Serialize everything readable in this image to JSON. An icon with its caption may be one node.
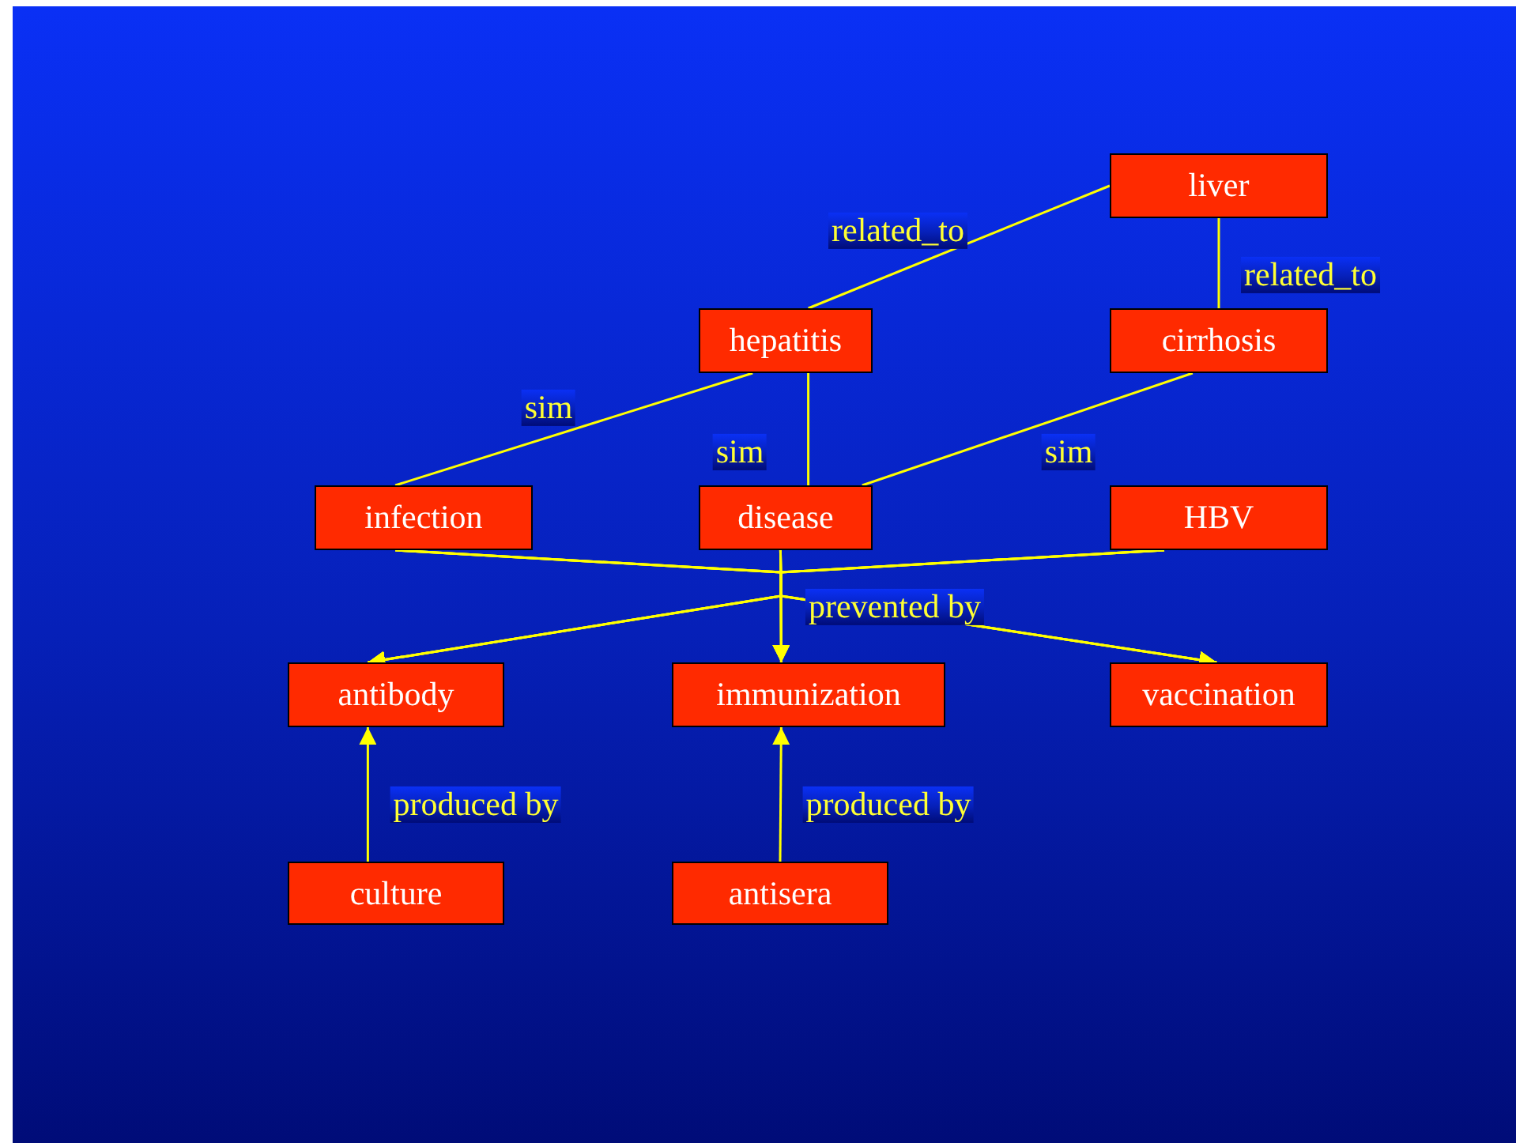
{
  "diagram": {
    "nodes": [
      {
        "text": [
          "liver"
        ]
      },
      {
        "text": [
          "hepatitis"
        ]
      },
      {
        "text": [
          "cirrhosis"
        ]
      },
      {
        "text": [
          "infection"
        ]
      },
      {
        "text": [
          "disease"
        ]
      },
      {
        "text": [
          "HBV"
        ]
      },
      {
        "text": [
          "antibody"
        ]
      },
      {
        "text": [
          "immunization"
        ]
      },
      {
        "text": [
          "vaccination"
        ]
      },
      {
        "text": [
          "culture"
        ]
      },
      {
        "text": [
          "antisera"
        ]
      }
    ],
    "edges": [
      {
        "from": 0,
        "to": 1,
        "arrow": "none",
        "label": "related_to"
      },
      {
        "from": 0,
        "to": 2,
        "arrow": "none",
        "label": "related_to"
      },
      {
        "from": 1,
        "to": 3,
        "arrow": "none",
        "label": "sim"
      },
      {
        "from": 1,
        "to": 4,
        "arrow": "none",
        "label": "sim"
      },
      {
        "from": 2,
        "to": 4,
        "arrow": "none",
        "label": "sim"
      },
      {
        "from": 3,
        "to": 6,
        "arrow": "to"
      },
      {
        "from": 3,
        "to": 7,
        "arrow": "to"
      },
      {
        "from": 3,
        "to": 8,
        "arrow": "to"
      },
      {
        "from": 4,
        "to": 6,
        "arrow": "to"
      },
      {
        "from": 4,
        "to": 7,
        "arrow": "to",
        "label": "prevented by"
      },
      {
        "from": 4,
        "to": 8,
        "arrow": "to"
      },
      {
        "from": 5,
        "to": 6,
        "arrow": "to"
      },
      {
        "from": 5,
        "to": 7,
        "arrow": "to"
      },
      {
        "from": 5,
        "to": 8,
        "arrow": "to"
      },
      {
        "from": 9,
        "to": 6,
        "arrow": "to",
        "label": "produced by"
      },
      {
        "from": 10,
        "to": 7,
        "arrow": "to",
        "label": "produced by"
      }
    ]
  }
}
